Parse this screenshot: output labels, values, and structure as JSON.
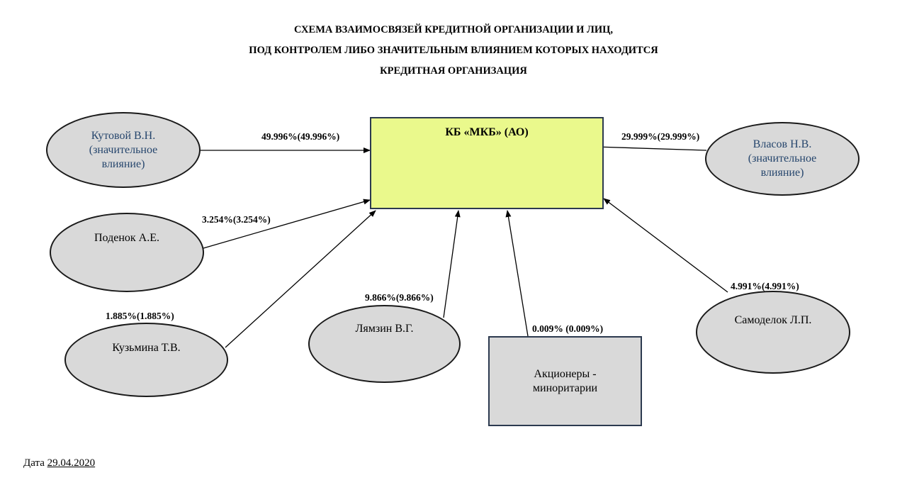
{
  "title": {
    "line1": "СХЕМА ВЗАИМОСВЯЗЕЙ КРЕДИТНОЙ ОРГАНИЗАЦИИ И ЛИЦ,",
    "line2": "ПОД КОНТРОЛЕМ ЛИБО ЗНАЧИТЕЛЬНЫМ ВЛИЯНИЕМ КОТОРЫХ НАХОДИТСЯ",
    "line3": "КРЕДИТНАЯ ОРГАНИЗАЦИЯ"
  },
  "bank": {
    "name": "КБ «МКБ» (АО)",
    "fill": "#eaf98c"
  },
  "nodes": {
    "kutovoy": {
      "name": "Кутовой В.Н.",
      "note": "(значительное влияние)",
      "share": "49.996%(49.996%)"
    },
    "vlasov": {
      "name": "Власов Н.В.",
      "note": "(значительное влияние)",
      "share": "29.999%(29.999%)"
    },
    "podenok": {
      "name": "Поденок А.Е.",
      "share": "3.254%(3.254%)"
    },
    "kuzmina": {
      "name": "Кузьмина Т.В.",
      "share": "1.885%(1.885%)"
    },
    "lyamzin": {
      "name": "Лямзин В.Г.",
      "share": "9.866%(9.866%)"
    },
    "minority": {
      "name": "Акционеры - миноритарии",
      "share": "0.009% (0.009%)"
    },
    "samodelok": {
      "name": "Самоделок Л.П.",
      "share": "4.991%(4.991%)"
    }
  },
  "footer": {
    "date_label": "Дата",
    "date_value": "29.04.2020"
  },
  "colors": {
    "ellipse_fill": "#d9d9d9",
    "accent_text": "#26466d",
    "border": "#2c3a4f"
  }
}
